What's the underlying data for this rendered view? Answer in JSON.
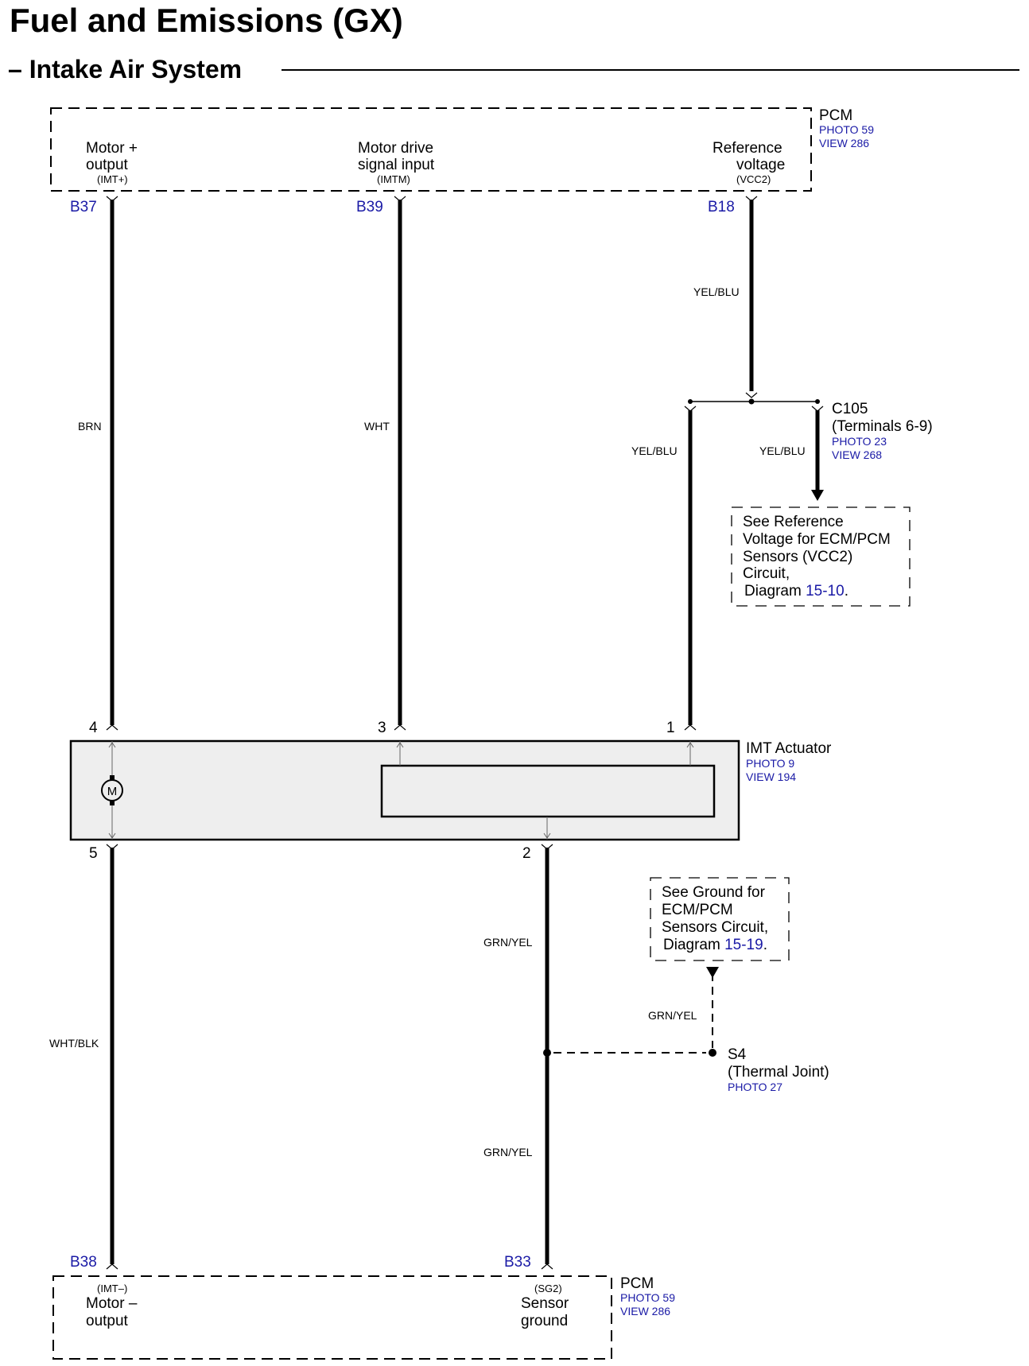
{
  "title": "Fuel and Emissions (GX)",
  "subtitle": "– Intake Air System",
  "pcm_top": {
    "name": "PCM",
    "photo": "PHOTO 59",
    "view": "VIEW 286",
    "pins": [
      {
        "line1": "Motor +",
        "line2": "output",
        "code": "(IMT+)",
        "pin": "B37",
        "wire_color": "BRN",
        "actuator_terminal": "4"
      },
      {
        "line1": "Motor drive",
        "line2": "signal input",
        "code": "(IMTM)",
        "pin": "B39",
        "wire_color": "WHT",
        "actuator_terminal": "3"
      },
      {
        "line1": "Reference",
        "line2": "voltage",
        "code": "(VCC2)",
        "pin": "B18",
        "wire_color": "YEL/BLU",
        "actuator_terminal": "1"
      }
    ]
  },
  "connector_c105": {
    "name": "C105",
    "detail": "(Terminals 6-9)",
    "photo": "PHOTO 23",
    "view": "VIEW 268",
    "left_wire": "YEL/BLU",
    "right_wire": "YEL/BLU"
  },
  "ref_note": {
    "lines": [
      "See Reference",
      "Voltage for ECM/PCM",
      "Sensors (VCC2)",
      "Circuit,"
    ],
    "diagram_word": "Diagram",
    "diagram_link": "15-10",
    "end": "."
  },
  "actuator": {
    "name": "IMT Actuator",
    "photo": "PHOTO 9",
    "view": "VIEW 194",
    "motor_symbol": "M",
    "bottom_terminals": [
      "5",
      "2"
    ]
  },
  "ground_note": {
    "lines": [
      "See Ground for",
      "ECM/PCM",
      "Sensors Circuit,"
    ],
    "diagram_word": "Diagram",
    "diagram_link": "15-19",
    "end": "."
  },
  "wires_lower": {
    "left": "WHT/BLK",
    "middle_upper": "GRN/YEL",
    "middle_lower": "GRN/YEL",
    "branch": "GRN/YEL"
  },
  "s4": {
    "name": "S4",
    "detail": "(Thermal Joint)",
    "photo": "PHOTO 27"
  },
  "pcm_bottom": {
    "name": "PCM",
    "photo": "PHOTO 59",
    "view": "VIEW 286",
    "pins": [
      {
        "code": "(IMT–)",
        "line1": "Motor –",
        "line2": "output",
        "pin": "B38"
      },
      {
        "code": "(SG2)",
        "line1": "Sensor",
        "line2": "ground",
        "pin": "B33"
      }
    ]
  }
}
